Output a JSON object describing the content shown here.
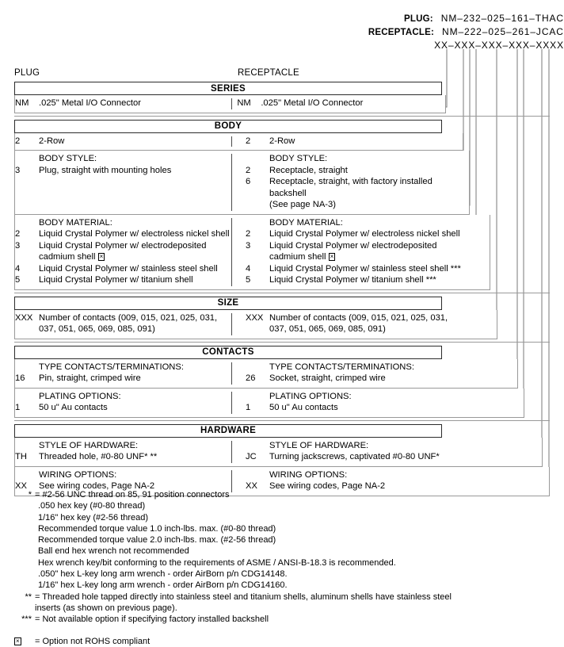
{
  "header": {
    "rows": [
      {
        "label": "PLUG:",
        "value": "NM–232–025–161–THAC"
      },
      {
        "label": "RECEPTACLE:",
        "value": "NM–222–025–261–JCAC"
      },
      {
        "label": "",
        "value": "XX–XXX–XXX–XXX–XXXX"
      }
    ]
  },
  "columns": {
    "plug": "PLUG",
    "receptacle": "RECEPTACLE"
  },
  "sections": {
    "series": {
      "title": "SERIES",
      "left": {
        "code": "NM",
        "text": ".025\" Metal I/O Connector"
      },
      "right": {
        "code": "NM",
        "text": ".025\" Metal I/O Connector"
      }
    },
    "body": {
      "title": "BODY",
      "row_left": {
        "code": "2",
        "text": "2-Row"
      },
      "row_right": {
        "code": "2",
        "text": "2-Row"
      },
      "style_heading": "BODY STYLE:",
      "style_left": [
        {
          "code": "3",
          "text": "Plug, straight with mounting holes"
        }
      ],
      "style_right": [
        {
          "code": "2",
          "text": "Receptacle, straight"
        },
        {
          "code": "6",
          "text": "Receptacle, straight, with factory installed backshell",
          "cont": "(See page NA-3)"
        }
      ],
      "material_heading": "BODY MATERIAL:",
      "material_left": [
        {
          "code": "2",
          "text": "Liquid Crystal Polymer w/ electroless nickel shell"
        },
        {
          "code": "3",
          "text": "Liquid Crystal Polymer w/ electrodeposited",
          "cont": "cadmium shell",
          "cont_box": true
        },
        {
          "code": "4",
          "text": "Liquid Crystal Polymer w/ stainless steel shell"
        },
        {
          "code": "5",
          "text": "Liquid Crystal Polymer w/ titanium shell"
        }
      ],
      "material_right": [
        {
          "code": "2",
          "text": "Liquid Crystal Polymer w/ electroless nickel shell"
        },
        {
          "code": "3",
          "text": "Liquid Crystal Polymer w/ electrodeposited",
          "cont": "cadmium shell",
          "cont_box": true
        },
        {
          "code": "4",
          "text": "Liquid Crystal Polymer w/ stainless steel shell ***"
        },
        {
          "code": "5",
          "text": "Liquid Crystal Polymer w/ titanium shell ***"
        }
      ]
    },
    "size": {
      "title": "SIZE",
      "left": {
        "code": "XXX",
        "text": "Number of contacts (009, 015, 021, 025, 031,",
        "cont": "037, 051, 065, 069, 085, 091)"
      },
      "right": {
        "code": "XXX",
        "text": "Number of contacts (009, 015, 021, 025, 031,",
        "cont": "037, 051, 065, 069, 085, 091)"
      }
    },
    "contacts": {
      "title": "CONTACTS",
      "type_heading": "TYPE CONTACTS/TERMINATIONS:",
      "type_left": {
        "code": "16",
        "text": "Pin, straight, crimped wire"
      },
      "type_right": {
        "code": "26",
        "text": "Socket, straight, crimped wire"
      },
      "plating_heading": "PLATING OPTIONS:",
      "plating_left": {
        "code": "1",
        "text": "50 u\" Au contacts"
      },
      "plating_right": {
        "code": "1",
        "text": "50 u\" Au contacts"
      }
    },
    "hardware": {
      "title": "HARDWARE",
      "style_heading": "STYLE OF HARDWARE:",
      "style_left": {
        "code": "TH",
        "text": "Threaded hole, #0-80 UNF*  **"
      },
      "style_right": {
        "code": "JC",
        "text": "Turning jackscrews, captivated #0-80 UNF*"
      },
      "wiring_heading": "WIRING OPTIONS:",
      "wiring_left": {
        "code": "XX",
        "text": "See wiring codes, Page NA-2"
      },
      "wiring_right": {
        "code": "XX",
        "text": "See wiring codes, Page NA-2"
      }
    }
  },
  "footnotes": [
    {
      "marker": "*",
      "text": "= #2-56 UNC thread on 85, 91 position connectors",
      "sub": [
        ".050 hex key (#0-80 thread)",
        "1/16\" hex key (#2-56 thread)",
        "Recommended torque value 1.0 inch-lbs. max. (#0-80 thread)",
        "Recommended torque value 2.0 inch-lbs. max. (#2-56 thread)",
        "Ball end hex wrench not recommended",
        "Hex wrench key/bit conforming to the requirements of ASME / ANSI-B-18.3 is recommended.",
        ".050\" hex L-key long arm wrench - order AirBorn p/n CDG14148.",
        "1/16\" hex L-key long arm wrench - order AirBorn p/n CDG14160."
      ]
    },
    {
      "marker": "**",
      "text": "= Threaded hole tapped directly into stainless steel and titanium shells, aluminum shells have stainless steel",
      "cont": "inserts (as shown on previous page)."
    },
    {
      "marker": "***",
      "text": "= Not available option if specifying factory installed backshell"
    }
  ],
  "rohs_note": {
    "marker": "☒",
    "text": "= Option not ROHS compliant"
  },
  "colors": {
    "ink": "#000000",
    "box_border": "#2b2b2b",
    "rule": "#9a9a9a",
    "leader": "#7a7a7a"
  }
}
